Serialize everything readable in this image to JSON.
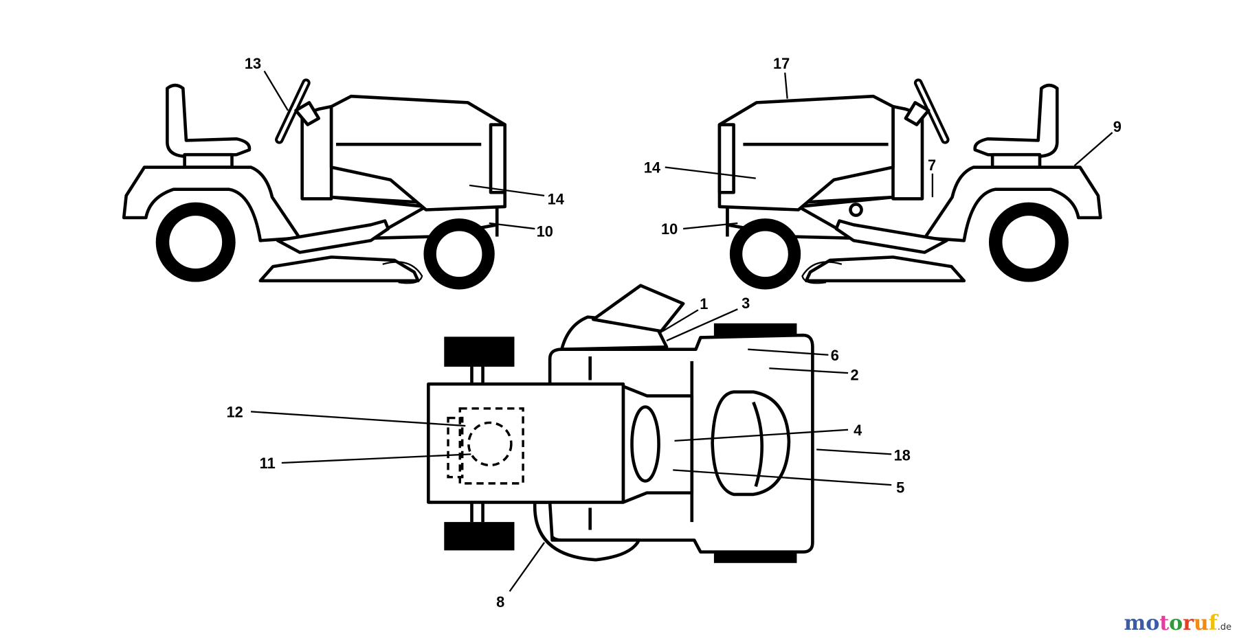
{
  "diagram": {
    "callouts": {
      "c13": "13",
      "c17": "17",
      "c9": "9",
      "c14a": "14",
      "c10a": "10",
      "c14b": "14",
      "c7": "7",
      "c10b": "10",
      "c1": "1",
      "c3": "3",
      "c6": "6",
      "c2": "2",
      "c4": "4",
      "c18": "18",
      "c5": "5",
      "c12": "12",
      "c11": "11",
      "c8": "8"
    }
  },
  "logo": {
    "text": [
      "m",
      "o",
      "t",
      "o",
      "r",
      "u",
      "f"
    ],
    "suffix": ".de",
    "colors": [
      "#3a5ba8",
      "#3a5ba8",
      "#e0409a",
      "#2f9a3a",
      "#e0402a",
      "#f08a1a",
      "#f0c010"
    ]
  }
}
